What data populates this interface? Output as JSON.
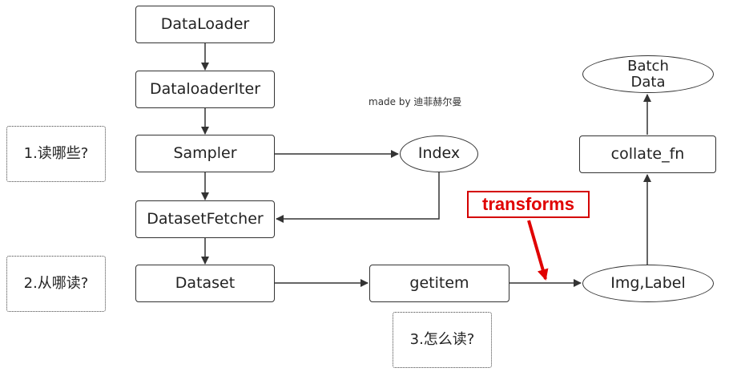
{
  "nodes": {
    "dataloader": "DataLoader",
    "dataloader_iter": "DataloaderIter",
    "sampler": "Sampler",
    "dataset_fetcher": "DatasetFetcher",
    "dataset": "Dataset",
    "index": "Index",
    "getitem": "getitem",
    "img_label": "Img,Label",
    "collate_fn": "collate_fn",
    "batch_line1": "Batch",
    "batch_line2": "Data"
  },
  "annotations": {
    "q1": "1.读哪些?",
    "q2": "2.从哪读?",
    "q3": "3.怎么读?",
    "transforms": "transforms",
    "credit": "made by 迪菲赫尔曼"
  },
  "colors": {
    "line": "#333333",
    "accent_red": "#e00000"
  }
}
